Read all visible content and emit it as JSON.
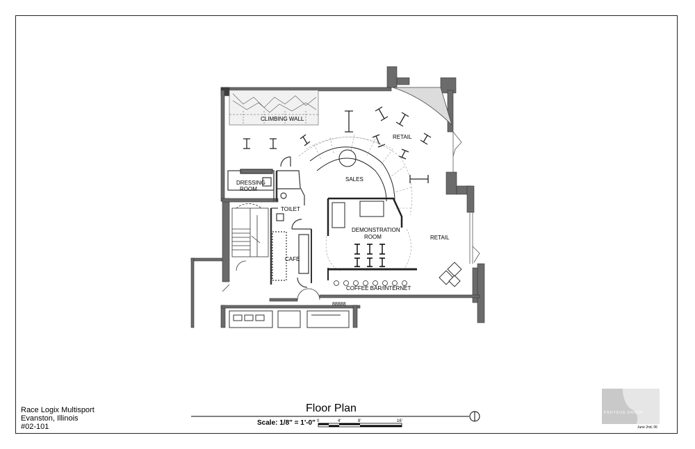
{
  "rooms": {
    "climbing_wall": "CLIMBING WALL",
    "retail_upper": "RETAIL",
    "dressing_line1": "DRESSING",
    "dressing_line2": "ROOM",
    "sales": "SALES",
    "toilet": "TOILET",
    "demo_line1": "DEMONSTRATION",
    "demo_line2": "ROOM",
    "retail_right": "RETAIL",
    "cafe": "CAFE",
    "coffee_bar": "COFFEE BAR/INTERNET",
    "counter_code": "88888"
  },
  "title_block": {
    "project_name": "Race Logix Multisport",
    "location": "Evanston, Illinois",
    "project_number": "#02-101",
    "plan_title": "Floor Plan",
    "scale_text": "Scale: 1/8\" = 1'-0\"",
    "scale_ticks": [
      "0",
      "4'",
      "8'",
      "16'"
    ],
    "firm_name": "PROTEUS GROUP",
    "date": "June 2nd, 06"
  },
  "colors": {
    "wall": "#6b6b6b",
    "wall_dark": "#3d3d3d",
    "dashed": "#999999",
    "logo_bg": "#c9c9c9"
  },
  "icons": {
    "north_arrow": "north-arrow-icon",
    "logo": "firm-logo-icon"
  }
}
